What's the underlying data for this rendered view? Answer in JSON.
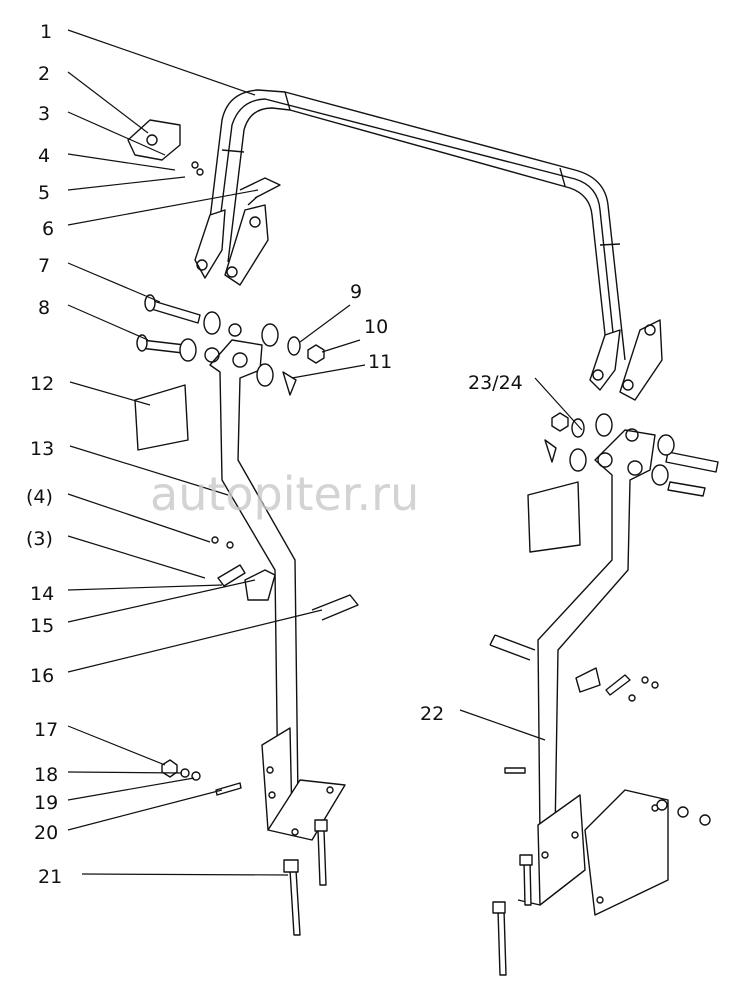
{
  "watermark": "autopiter.ru",
  "labels": {
    "l1": "1",
    "l2": "2",
    "l3": "3",
    "l4": "4",
    "l5": "5",
    "l6": "6",
    "l7": "7",
    "l8": "8",
    "l9": "9",
    "l10": "10",
    "l11": "11",
    "l12": "12",
    "l13": "13",
    "l4b": "(4)",
    "l3b": "(3)",
    "l14": "14",
    "l15": "15",
    "l16": "16",
    "l17": "17",
    "l18": "18",
    "l19": "19",
    "l20": "20",
    "l21": "21",
    "l22": "22",
    "l2324": "23/24"
  }
}
